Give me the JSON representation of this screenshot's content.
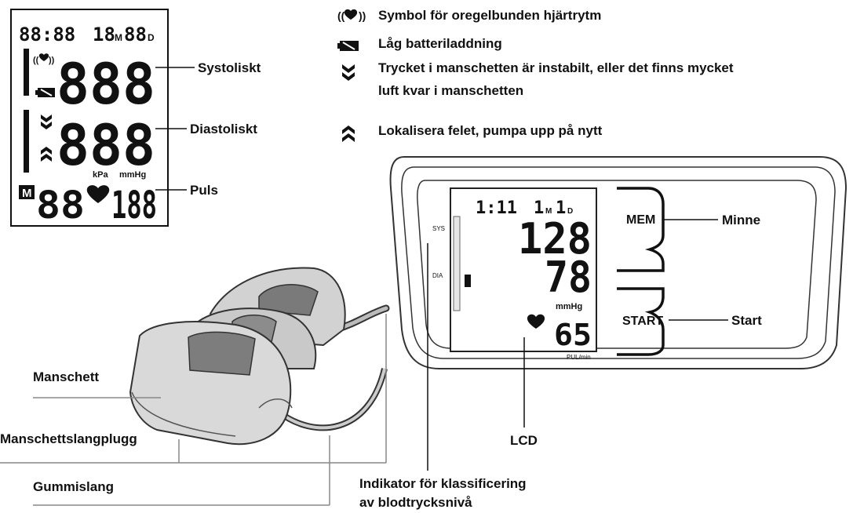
{
  "legend": [
    {
      "icon": "irregular-heartbeat-icon",
      "text": "Symbol för oregelbunden hjärtrytm"
    },
    {
      "icon": "low-battery-icon",
      "text": "Låg batteriladdning"
    },
    {
      "icon": "arrow-down-icon",
      "text": "Trycket i manschetten är instabilt, eller det finns mycket",
      "text2": "luft kvar i manschetten"
    },
    {
      "icon": "arrow-up-icon",
      "text": "Lokalisera felet, pumpa upp på nytt"
    }
  ],
  "lcd_detail": {
    "time": "88:88",
    "date_m": "18",
    "m": "M",
    "date_d": "88",
    "d": "D",
    "sys": "888",
    "dia": "888",
    "unit_kpa": "kPa",
    "unit_mmhg": "mmHg",
    "mem": "M",
    "mem_no": "88",
    "pulse": "188",
    "label_sys": "Systoliskt",
    "label_dia": "Diastoliskt",
    "label_pulse": "Puls"
  },
  "device": {
    "time": "1:11",
    "date_m": "1",
    "m": "M",
    "date_d": "1",
    "d": "D",
    "sys": "128",
    "dia": "78",
    "unit": "mmHg",
    "pulse": "65",
    "pulse_unit": "PUL/min",
    "sys_tag": "SYS",
    "dia_tag": "DIA",
    "mem_button": "MEM",
    "start_button": "START",
    "label_mem": "Minne",
    "label_start": "Start"
  },
  "labels": {
    "cuff": "Manschett",
    "plug": "Manschettslangplugg",
    "hose": "Gummislang",
    "lcd": "LCD",
    "indicator": "Indikator för klassificering",
    "indicator2": "av blodtrycksnivå"
  }
}
